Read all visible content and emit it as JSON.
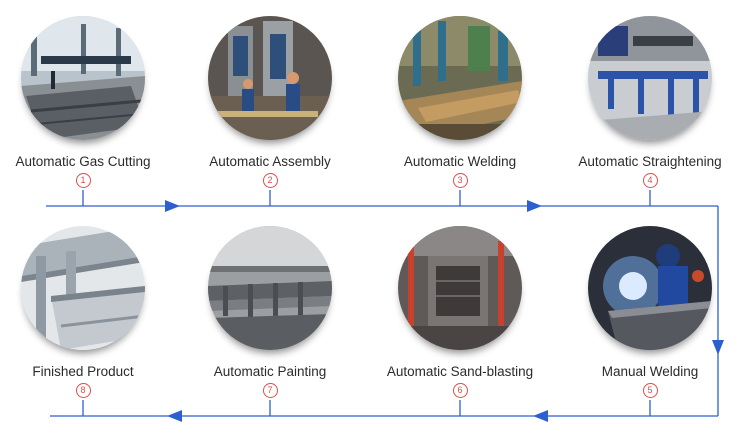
{
  "process": {
    "steps": [
      {
        "label": "Automatic Gas Cutting",
        "number": "1",
        "photo_icon": "gas-cutting-photo"
      },
      {
        "label": "Automatic Assembly",
        "number": "2",
        "photo_icon": "assembly-photo"
      },
      {
        "label": "Automatic Welding",
        "number": "3",
        "photo_icon": "welding-photo"
      },
      {
        "label": "Automatic Straightening",
        "number": "4",
        "photo_icon": "straightening-photo"
      },
      {
        "label": "Manual Welding",
        "number": "5",
        "photo_icon": "manual-welding-photo"
      },
      {
        "label": "Automatic Sand-blasting",
        "number": "6",
        "photo_icon": "sandblasting-photo"
      },
      {
        "label": "Automatic Painting",
        "number": "7",
        "photo_icon": "painting-photo"
      },
      {
        "label": "Finished Product",
        "number": "8",
        "photo_icon": "finished-product-photo"
      }
    ]
  },
  "colors": {
    "flow_line": "#2e5fd0",
    "number_badge": "#e14b4b",
    "label_text": "#2b2b2b"
  }
}
